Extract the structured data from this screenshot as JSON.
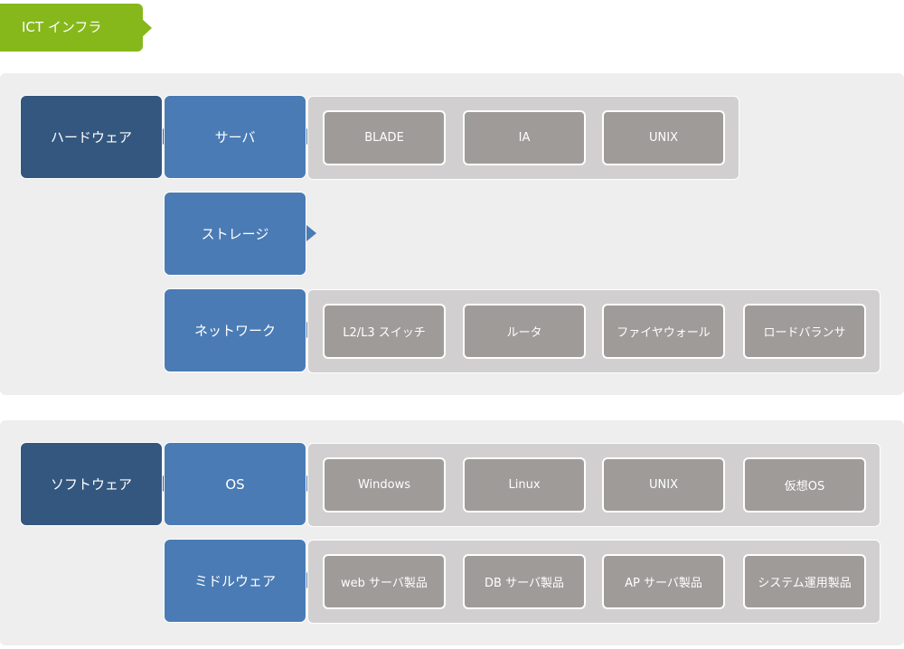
{
  "tag": {
    "label": "ICT インフラ"
  },
  "hardware": {
    "label": "ハードウェア",
    "server": {
      "label": "サーバ",
      "items": [
        "BLADE",
        "IA",
        "UNIX"
      ]
    },
    "storage": {
      "label": "ストレージ"
    },
    "network": {
      "label": "ネットワーク",
      "items": [
        "L2/L3 スイッチ",
        "ルータ",
        "ファイヤウォール",
        "ロードバランサ"
      ]
    }
  },
  "software": {
    "label": "ソフトウェア",
    "os": {
      "label": "OS",
      "items": [
        "Windows",
        "Linux",
        "UNIX",
        "仮想OS"
      ]
    },
    "middleware": {
      "label": "ミドルウェア",
      "items": [
        "web サーバ製品",
        "DB サーバ製品",
        "AP サーバ製品",
        "システム運用製品"
      ]
    }
  },
  "colors": {
    "tag": "#86b81b",
    "category": "#34577f",
    "subcategory": "#4a7bb5",
    "tray": "#d1cfcf",
    "item": "#9e9b99",
    "panel": "#eeeeee"
  }
}
